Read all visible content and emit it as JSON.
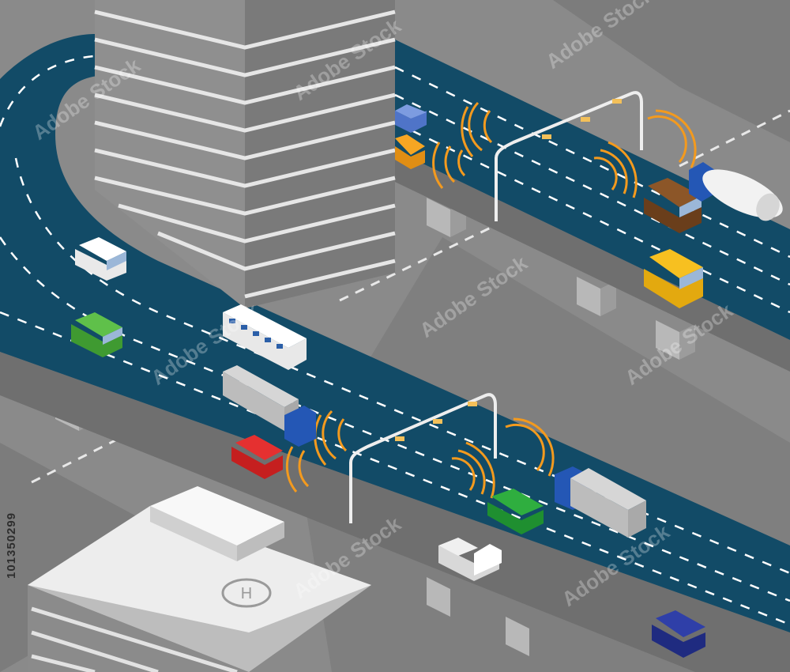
{
  "image": {
    "stock_id": "101350299",
    "watermark_text": "Adobe Stock",
    "helipad_letter": "H"
  },
  "colors": {
    "ground": "#8a8a8a",
    "ground_dark": "#7a7a7a",
    "road": "#124b67",
    "road_edge": "#0d3a50",
    "lane_mark": "#ffffff",
    "overpass_side": "#6e6e6e",
    "pillar": "#b4b4b4",
    "building_light": "#d2d2d2",
    "building_stripe": "#eeeeee",
    "signal": "#f39a1e"
  },
  "vehicles": [
    {
      "kind": "car",
      "color": "#ffffff"
    },
    {
      "kind": "car",
      "color": "#4fae3c"
    },
    {
      "kind": "bus",
      "color": "#ffffff"
    },
    {
      "kind": "truck",
      "color": "#2457b5"
    },
    {
      "kind": "car",
      "color": "#e02525"
    },
    {
      "kind": "car",
      "color": "#3a66c8"
    },
    {
      "kind": "car",
      "color": "#f6a623"
    },
    {
      "kind": "van",
      "color": "#7b4a22"
    },
    {
      "kind": "tanker",
      "color": "#2457b5"
    },
    {
      "kind": "van",
      "color": "#f7c020"
    },
    {
      "kind": "car",
      "color": "#2fae3f"
    },
    {
      "kind": "truck",
      "color": "#2457b5"
    },
    {
      "kind": "pickup",
      "color": "#f0f0f0"
    },
    {
      "kind": "car",
      "color": "#2f3fa8"
    }
  ]
}
